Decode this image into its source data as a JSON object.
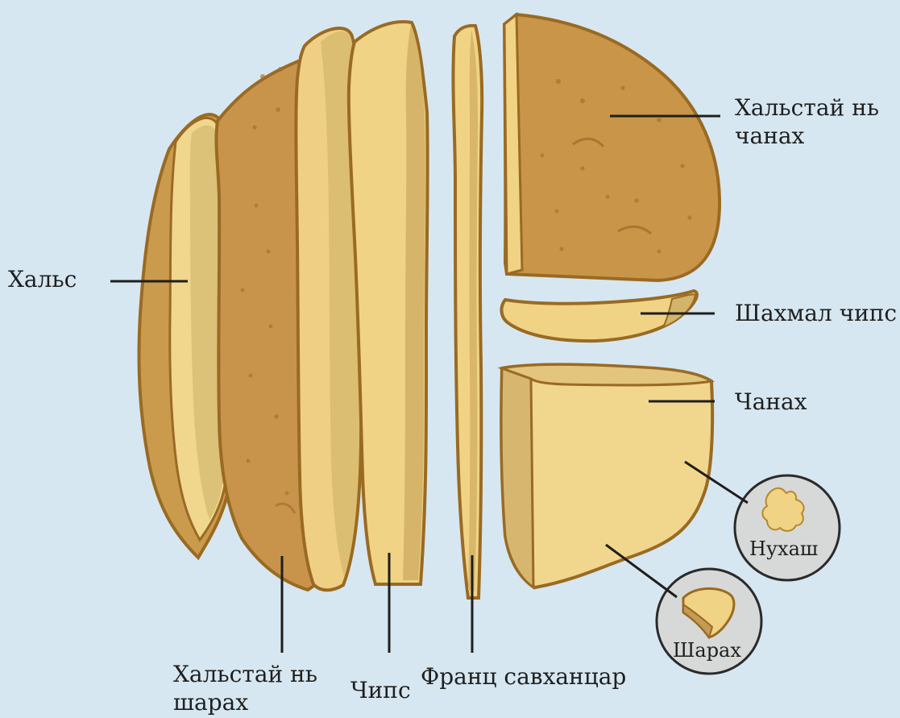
{
  "labels": {
    "skin": "Хальс",
    "skin_wedge_line1": "Хальстай нь",
    "skin_wedge_line2": "чанах",
    "ridged_chip": "Шахмал чипс",
    "boiled": "Чанах",
    "mash": "Нухаш",
    "fry_bottom": "Шарах",
    "skin_fried_line1": "Хальстай нь",
    "skin_fried_line2": "шарах",
    "chips": "Чипс",
    "french_fries": "Франц савханцар"
  },
  "colors": {
    "background": "#d6e7f1",
    "skin_dark": "#c99848",
    "skin_medium": "#d8aa58",
    "flesh": "#f1d68e",
    "flesh_shadow": "#d9bf76",
    "outline": "#9a6a23",
    "line": "#1e1e1e"
  }
}
